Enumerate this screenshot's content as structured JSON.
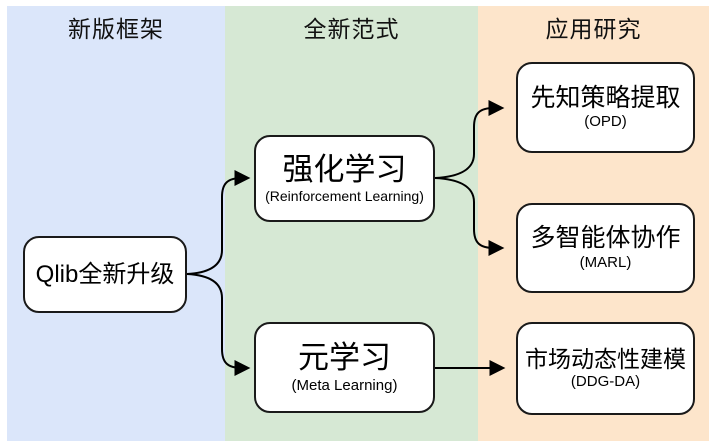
{
  "diagram_title": "Qlib upgrade framework diagram",
  "columns": [
    {
      "id": "framework",
      "header": "新版框架",
      "bg": "#dbe6fa"
    },
    {
      "id": "paradigm",
      "header": "全新范式",
      "bg": "#d6e8d4"
    },
    {
      "id": "research",
      "header": "应用研究",
      "bg": "#fde5cb"
    }
  ],
  "nodes": {
    "qlib": {
      "title": "Qlib全新升级",
      "subtitle": ""
    },
    "rl": {
      "title": "强化学习",
      "subtitle": "(Reinforcement Learning)"
    },
    "meta": {
      "title": "元学习",
      "subtitle": "(Meta Learning)"
    },
    "opd": {
      "title": "先知策略提取",
      "subtitle": "(OPD)"
    },
    "marl": {
      "title": "多智能体协作",
      "subtitle": "(MARL)"
    },
    "ddgda": {
      "title": "市场动态性建模",
      "subtitle": "(DDG-DA)"
    }
  },
  "edges": [
    {
      "from": "qlib",
      "to": "rl"
    },
    {
      "from": "qlib",
      "to": "meta"
    },
    {
      "from": "rl",
      "to": "opd"
    },
    {
      "from": "rl",
      "to": "marl"
    },
    {
      "from": "meta",
      "to": "ddgda"
    }
  ],
  "colors": {
    "band_blue": "#dbe6fa",
    "band_green": "#d6e8d4",
    "band_orange": "#fde5cb",
    "node_fill": "#ffffff",
    "node_border": "#1a1a1a",
    "edge": "#000000",
    "text": "#000000"
  }
}
